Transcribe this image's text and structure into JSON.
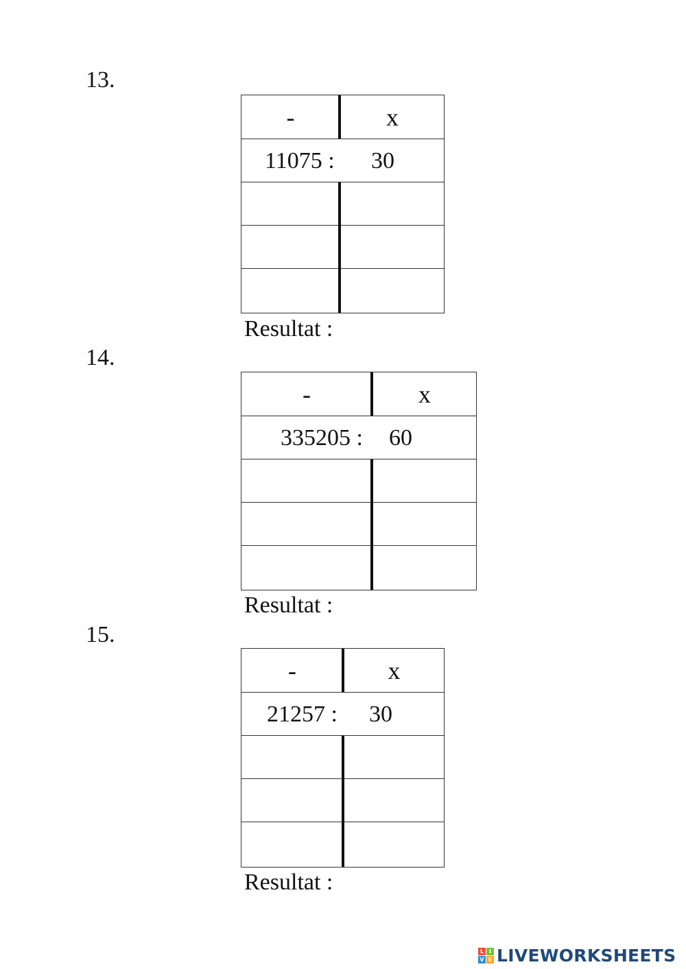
{
  "problems": [
    {
      "number": "13.",
      "minus": "-",
      "times": "x",
      "dividend": "11075 :",
      "divisor": "30",
      "result_label": "Resultat :"
    },
    {
      "number": "14.",
      "minus": "-",
      "times": "x",
      "dividend": "335205 :",
      "divisor": "60",
      "result_label": "Resultat :"
    },
    {
      "number": "15.",
      "minus": "-",
      "times": "x",
      "dividend": "21257 :",
      "divisor": "30",
      "result_label": "Resultat :"
    }
  ],
  "footer": {
    "logo_text": "LIVEWORKSHEETS",
    "logo_letters": [
      "L",
      "I",
      "V",
      "E"
    ],
    "logo_colors": [
      "#e94e3c",
      "#7bbd3a",
      "#2f8fd6",
      "#f5a623"
    ]
  }
}
